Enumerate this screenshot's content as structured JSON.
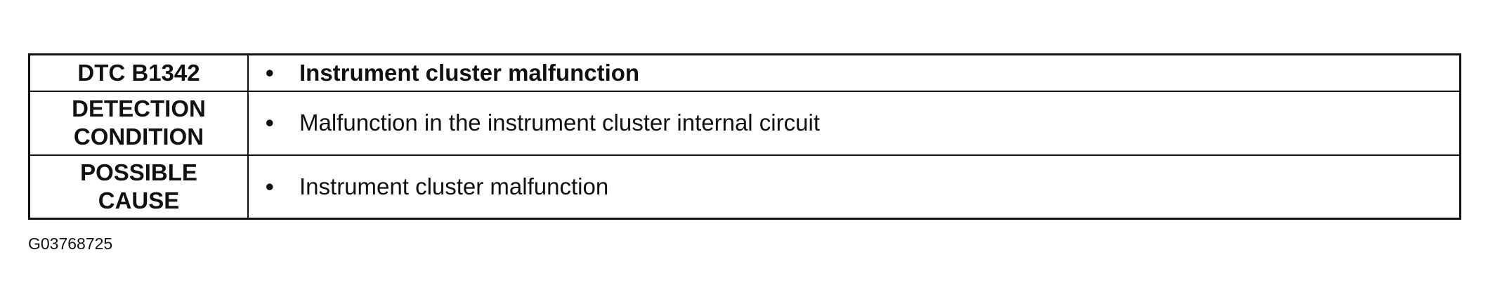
{
  "table": {
    "rows": [
      {
        "label": "DTC B1342",
        "bullet": "•",
        "value": "Instrument cluster malfunction"
      },
      {
        "label_line1": "DETECTION",
        "label_line2": "CONDITION",
        "bullet": "•",
        "value": "Malfunction in the instrument cluster internal circuit"
      },
      {
        "label_line1": "POSSIBLE",
        "label_line2": "CAUSE",
        "bullet": "•",
        "value": "Instrument cluster malfunction"
      }
    ]
  },
  "figure_id": "G03768725"
}
